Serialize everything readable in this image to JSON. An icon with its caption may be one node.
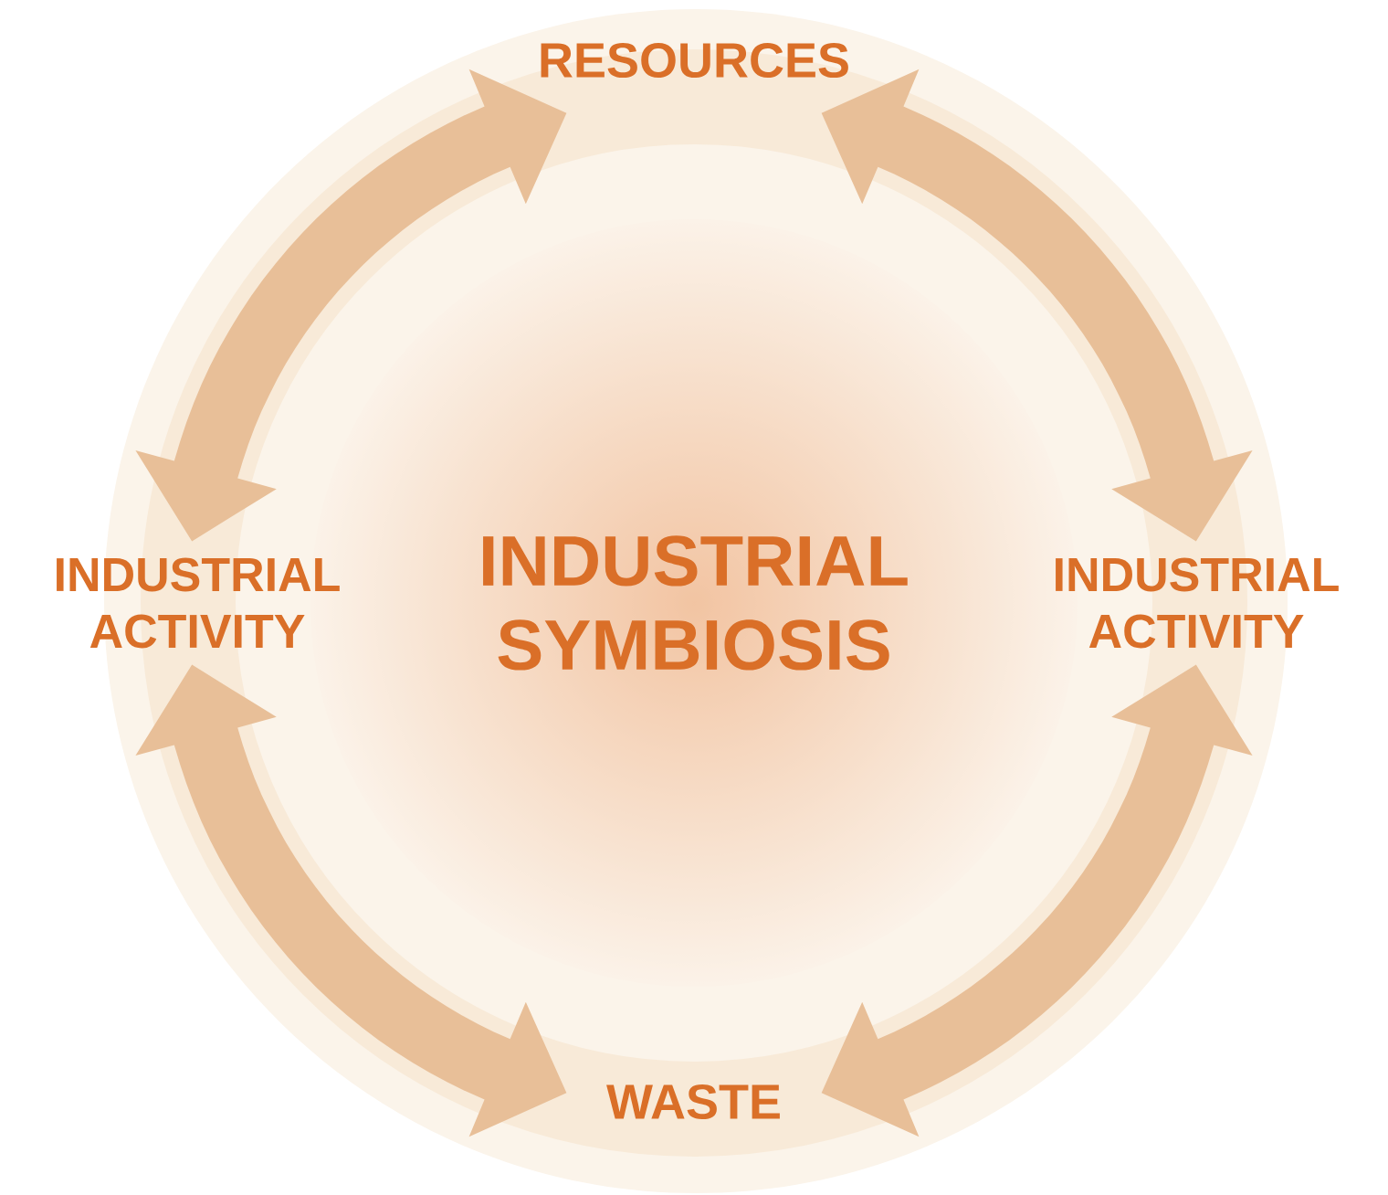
{
  "diagram": {
    "nodes": [
      {
        "text": [
          "RESOURCES"
        ]
      },
      {
        "text": [
          "INDUSTRIAL ACTIVITY"
        ]
      },
      {
        "text": [
          "INDUSTRIAL SYMBIOSIS"
        ]
      },
      {
        "text": [
          "INDUSTRIAL ACTIVITY"
        ]
      },
      {
        "text": [
          "WASTE"
        ]
      }
    ],
    "edges": [
      {
        "from": 0,
        "to": 1,
        "arrow": "both"
      },
      {
        "from": 0,
        "to": 3,
        "arrow": "both"
      },
      {
        "from": 1,
        "to": 4,
        "arrow": "both"
      },
      {
        "from": 3,
        "to": 4,
        "arrow": "both"
      }
    ]
  }
}
